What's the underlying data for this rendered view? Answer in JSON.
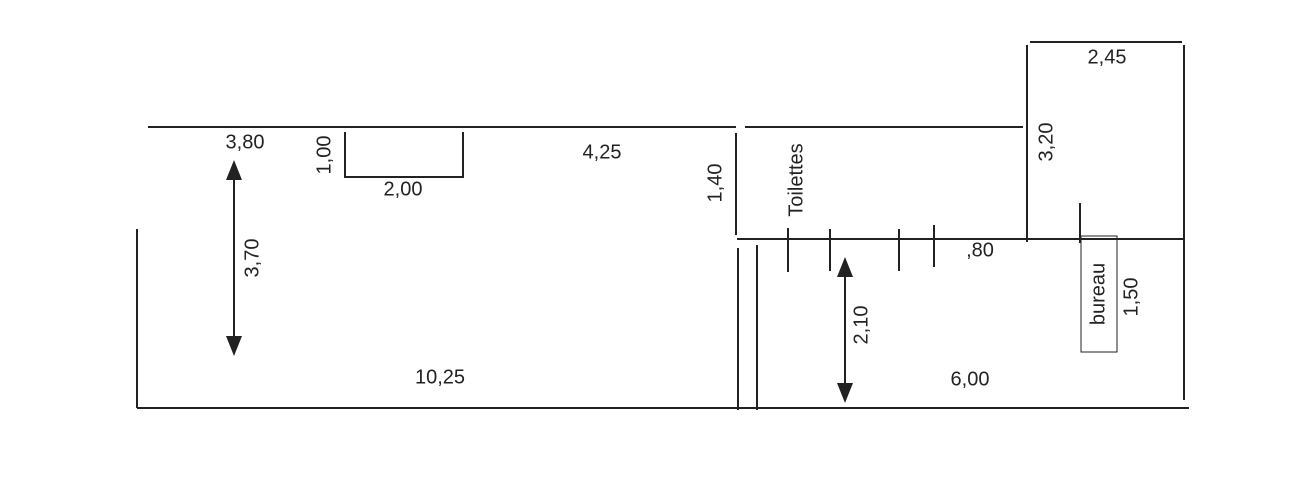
{
  "labels": {
    "top_left_width": "3,80",
    "niche_depth": "1,00",
    "niche_width": "2,00",
    "top_mid_width": "4,25",
    "step_height": "1,40",
    "toilettes": "Toilettes",
    "left_height": "3,70",
    "bottom_left_width": "10,25",
    "door_width": ",80",
    "right_height": "2,10",
    "bottom_right_width": "6,00",
    "office_height": "3,20",
    "office_width": "2,45",
    "bureau": "bureau",
    "bureau_height": "1,50"
  }
}
